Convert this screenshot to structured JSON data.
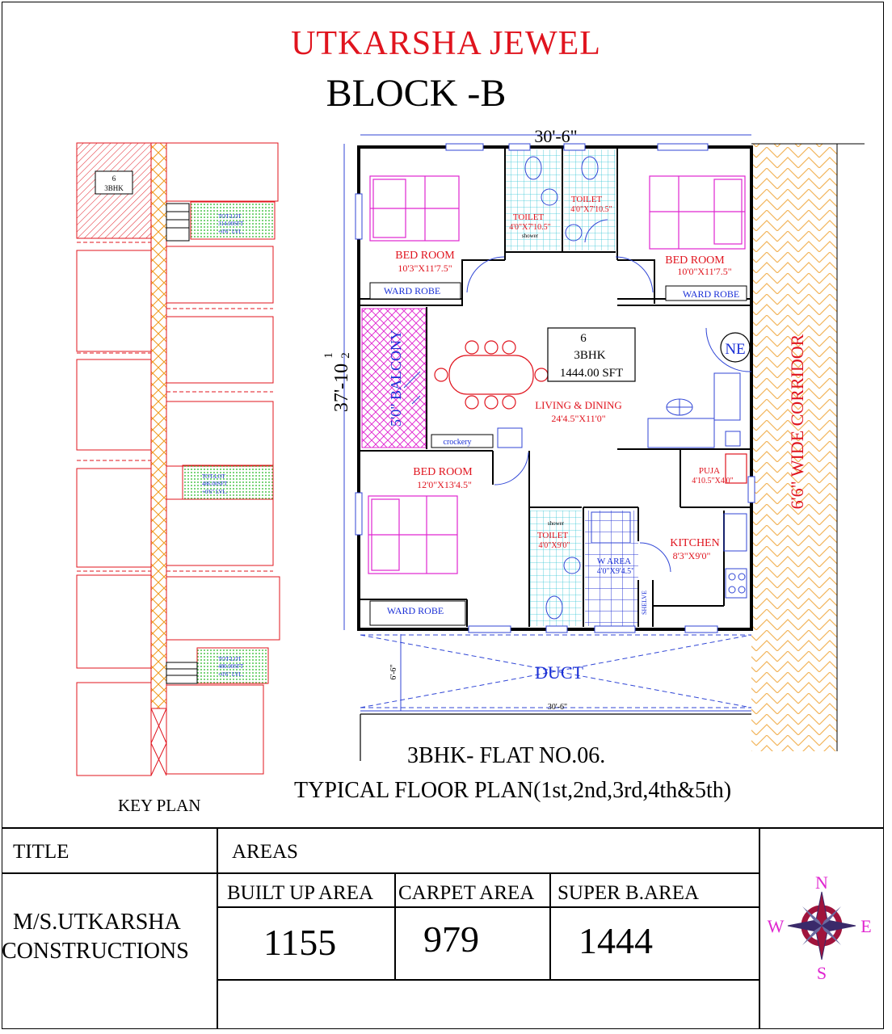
{
  "header": {
    "project": "UTKARSHA JEWEL",
    "block": "BLOCK -B"
  },
  "plan": {
    "width_dim": "30'-6\"",
    "height_dim": "37'-10",
    "height_frac_num": "1",
    "height_frac_den": "2",
    "duct_width_dim": "30'-6\"",
    "duct_depth_dim": "6'-6\"",
    "duct_label": "DUCT",
    "corridor_label": "6'6\" WIDE CORRIDOR",
    "north_marker": "NE",
    "rooms": [
      {
        "name": "BED ROOM",
        "size": "10'3\"X11'7.5\""
      },
      {
        "name": "TOILET",
        "size": "4'0\"X7'10.5\""
      },
      {
        "name": "TOILET",
        "size": "4'0\"X7'10.5\""
      },
      {
        "name": "BED ROOM",
        "size": "10'0\"X11'7.5\""
      },
      {
        "name": "LIVING & DINING",
        "size": "24'4.5\"X11'0\""
      },
      {
        "name": "BED ROOM",
        "size": "12'0\"X13'4.5\""
      },
      {
        "name": "TOILET",
        "size": "4'0\"X9'0\""
      },
      {
        "name": "W AREA",
        "size": "4'0\"X9'4.5\""
      },
      {
        "name": "PUJA",
        "size": "4'10.5\"X4'0\""
      },
      {
        "name": "KITCHEN",
        "size": "8'3\"X9'0\""
      }
    ],
    "balcony": "5'0\" BALCONY",
    "wardrobes": [
      "WARD ROBE",
      "WARD ROBE",
      "WARD ROBE"
    ],
    "crockery": "crockery",
    "shelve": "SHELVE",
    "shower": "shower",
    "flat_box": {
      "no": "6",
      "type": "3BHK",
      "area": "1444.00 SFT"
    }
  },
  "keyplan": {
    "label": "KEY PLAN",
    "flat_no": "6",
    "flat_type": "3BHK",
    "tot_lots": [
      {
        "name": "TOT-LOT",
        "area": "314.00SFT",
        "level": "+0'6\" LVL."
      },
      {
        "name": "TOT-LOT",
        "area": "486.00SFT",
        "level": "+0'6\" LVL."
      },
      {
        "name": "TOT-LOT",
        "area": "480.00SFT",
        "level": "+0'6\" LVL."
      }
    ]
  },
  "captions": {
    "flat": "3BHK- FLAT NO.06.",
    "typical": "TYPICAL FLOOR PLAN(1st,2nd,3rd,4th&5th)"
  },
  "table": {
    "title_label": "TITLE",
    "areas_label": "AREAS",
    "company_line1": "M/S.UTKARSHA",
    "company_line2": "CONSTRUCTIONS",
    "headers": [
      "BUILT UP AREA",
      "CARPET AREA",
      "SUPER B.AREA"
    ],
    "values": [
      "1155",
      "979",
      "1444"
    ]
  },
  "compass": {
    "n": "N",
    "s": "S",
    "e": "E",
    "w": "W"
  },
  "colors": {
    "title_red": "#e0141e",
    "wall": "#000000",
    "room_label": "#e0141e",
    "balcony": "#e026d0",
    "corridor": "#f2b45a",
    "duct_blue": "#1a2fd6"
  }
}
